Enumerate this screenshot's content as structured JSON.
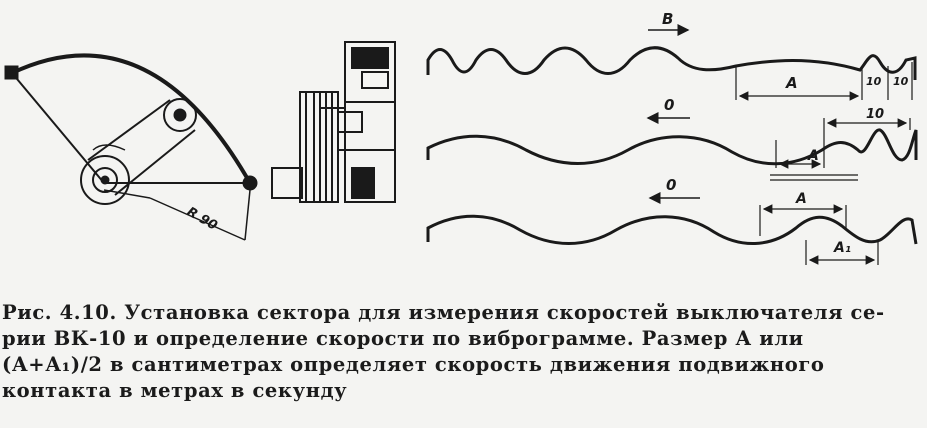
{
  "figure": {
    "labels": {
      "wave1_direction": "В",
      "wave1_dim_a": "А",
      "wave1_dim_b": "10",
      "wave1_dim_c": "10",
      "wave2_direction": "0",
      "wave2_dim_a": "А",
      "wave2_dim_b": "10",
      "wave3_direction": "0",
      "wave3_dim_a": "А",
      "wave3_dim_a1": "А₁",
      "sector_radius": "R 90"
    }
  },
  "caption": {
    "line1": "Рис. 4.10. Установка сектора для измерения скоростей выключателя се-",
    "line2": "рии ВК-10 и определение скорости по виброграмме. Размер А или",
    "line3": "(А+А₁)/2 в сантиметрах определяет скорость движения подвижного",
    "line4": "контакта в метрах в секунду"
  }
}
